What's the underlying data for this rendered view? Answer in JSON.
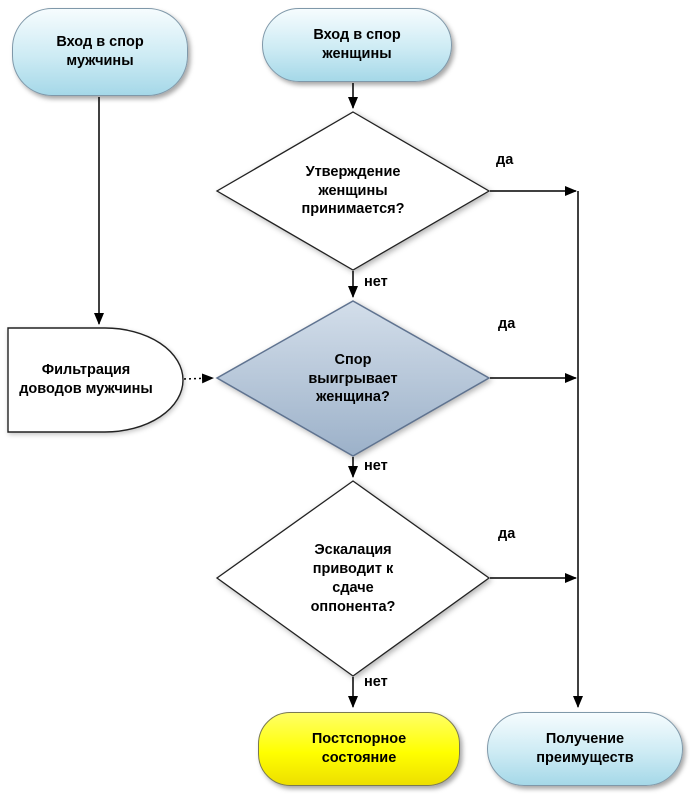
{
  "nodes": {
    "man_entry": {
      "label": "Вход в спор\nмужчины",
      "type": "start"
    },
    "woman_entry": {
      "label": "Вход в спор\nженщины",
      "type": "start"
    },
    "decision_statement": {
      "label": "Утверждение\nженщины\nпринимается?",
      "type": "decision"
    },
    "decision_argument": {
      "label": "Спор\nвыигрывает\nженщина?",
      "type": "decision-highlighted"
    },
    "filter": {
      "label": "Фильтрация\nдоводов мужчины",
      "type": "delay"
    },
    "decision_escalation": {
      "label": "Эскалация\nприводит к\nсдаче\nоппонента?",
      "type": "decision"
    },
    "post_state": {
      "label": "Постспорное\nсостояние",
      "type": "terminator-highlighted"
    },
    "advantages": {
      "label": "Получение\nпреимуществ",
      "type": "terminator"
    }
  },
  "edge_labels": {
    "yes": "да",
    "no": "нет"
  },
  "colors": {
    "start_node_border": "#7f98a9",
    "start_node_fill_top": "#f6fcfe",
    "start_node_fill_bottom": "#a5d8e8",
    "decision_fill": "#ffffff",
    "decision_highlight_fill_top": "#d3deea",
    "decision_highlight_fill_bottom": "#9cb1c9",
    "post_state_fill": "#ffff00",
    "connector": "#000000"
  }
}
